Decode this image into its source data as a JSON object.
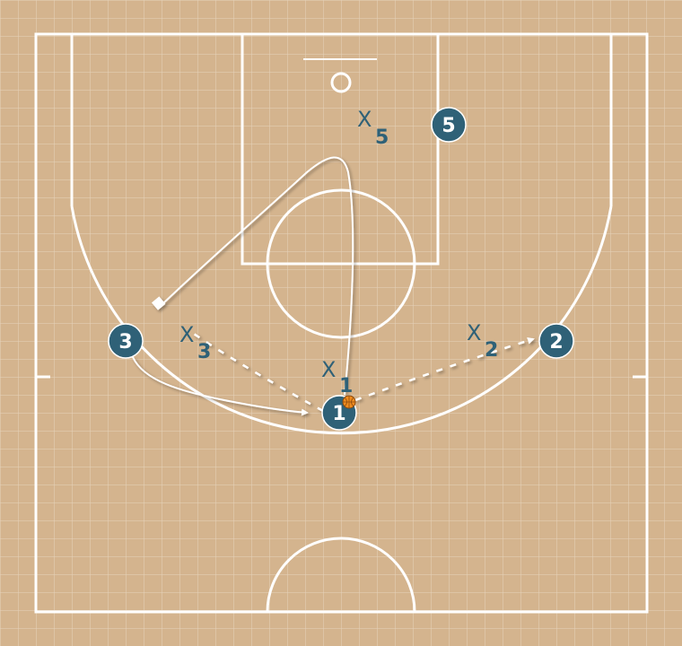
{
  "colors": {
    "court": "#d4b48e",
    "grid": "#e6d3bc",
    "lines": "#ffffff",
    "offense_fill": "#2f6177",
    "defense_text": "#2f6177",
    "ball": "#f08c1e"
  },
  "offense": [
    {
      "id": "1",
      "label": "1"
    },
    {
      "id": "2",
      "label": "2"
    },
    {
      "id": "3",
      "label": "3"
    },
    {
      "id": "5",
      "label": "5"
    }
  ],
  "defense": [
    {
      "id": "x1",
      "letter": "X",
      "sub": "1"
    },
    {
      "id": "x2",
      "letter": "X",
      "sub": "2"
    },
    {
      "id": "x3",
      "letter": "X",
      "sub": "3"
    },
    {
      "id": "x5",
      "letter": "X",
      "sub": "5"
    }
  ],
  "ball_icon": "basketball-icon"
}
